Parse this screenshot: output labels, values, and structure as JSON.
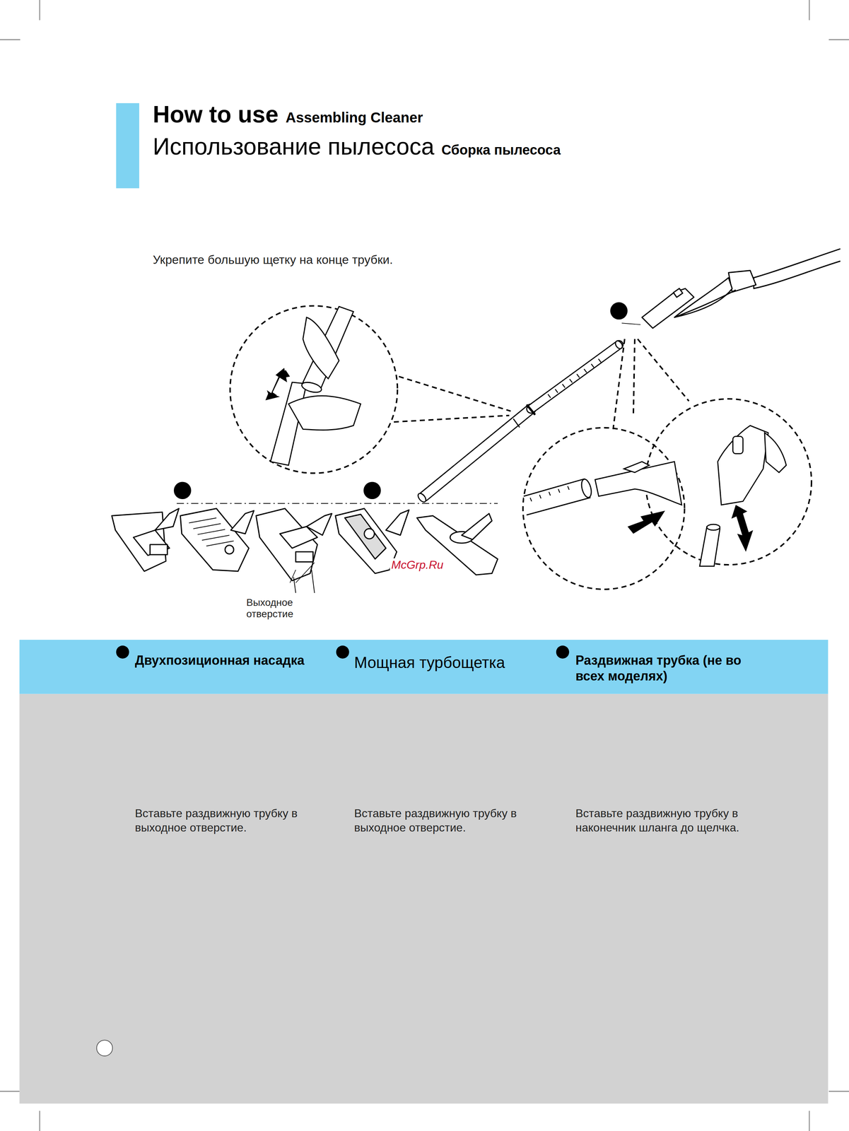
{
  "diagram": {
    "title": "How to use",
    "nodes": [
      {
        "text": [
          "Двухпозиционная насадка",
          "Вставьте раздвижную трубку в выходное отверстие."
        ]
      },
      {
        "text": [
          "Мощная турбощетка",
          "Вставьте раздвижную трубку в выходное отверстие."
        ]
      },
      {
        "text": [
          "Раздвижная трубка (не во всех моделях)",
          "Вставьте раздвижную трубку в наконечник шланга до щелчка."
        ]
      }
    ],
    "labels": [
      "Assembling Cleaner",
      "Использование пылесоса",
      "Сборка пылесоса",
      "Укрепите большую щетку на конце трубки.",
      "Выходное отверстие",
      "McGrp.Ru"
    ]
  }
}
